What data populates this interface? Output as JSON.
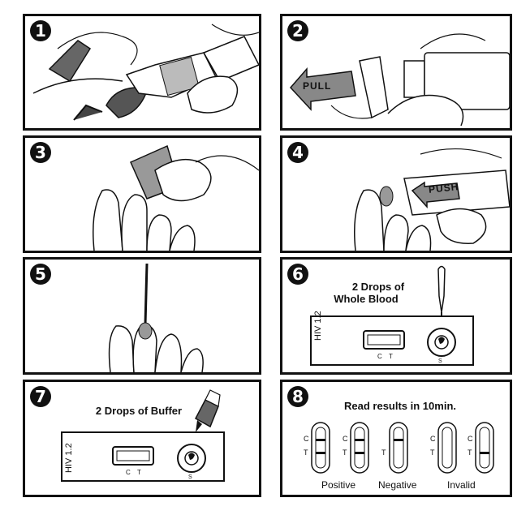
{
  "steps": [
    {
      "number": "1"
    },
    {
      "number": "2",
      "arrow_label": "PULL"
    },
    {
      "number": "3"
    },
    {
      "number": "4",
      "arrow_label": "PUSH"
    },
    {
      "number": "5"
    },
    {
      "number": "6",
      "caption_line1": "2 Drops of",
      "caption_line2": "Whole Blood",
      "device_label": "HIV 1.2",
      "c_mark": "C",
      "t_mark": "T",
      "s_mark": "S"
    },
    {
      "number": "7",
      "caption": "2 Drops of Buffer",
      "device_label": "HIV 1.2",
      "c_mark": "C",
      "t_mark": "T",
      "s_mark": "S"
    },
    {
      "number": "8",
      "caption": "Read results in 10min.",
      "c_label": "C",
      "t_label": "T",
      "results": [
        {
          "name": "Positive",
          "strips": [
            {
              "c": true,
              "t": true
            },
            {
              "c": true,
              "t": true
            }
          ]
        },
        {
          "name": "Negative",
          "strips": [
            {
              "c": true,
              "t": false
            }
          ]
        },
        {
          "name": "Invalid",
          "strips": [
            {
              "c": false,
              "t": false
            },
            {
              "c": false,
              "t": true
            }
          ]
        }
      ]
    }
  ]
}
